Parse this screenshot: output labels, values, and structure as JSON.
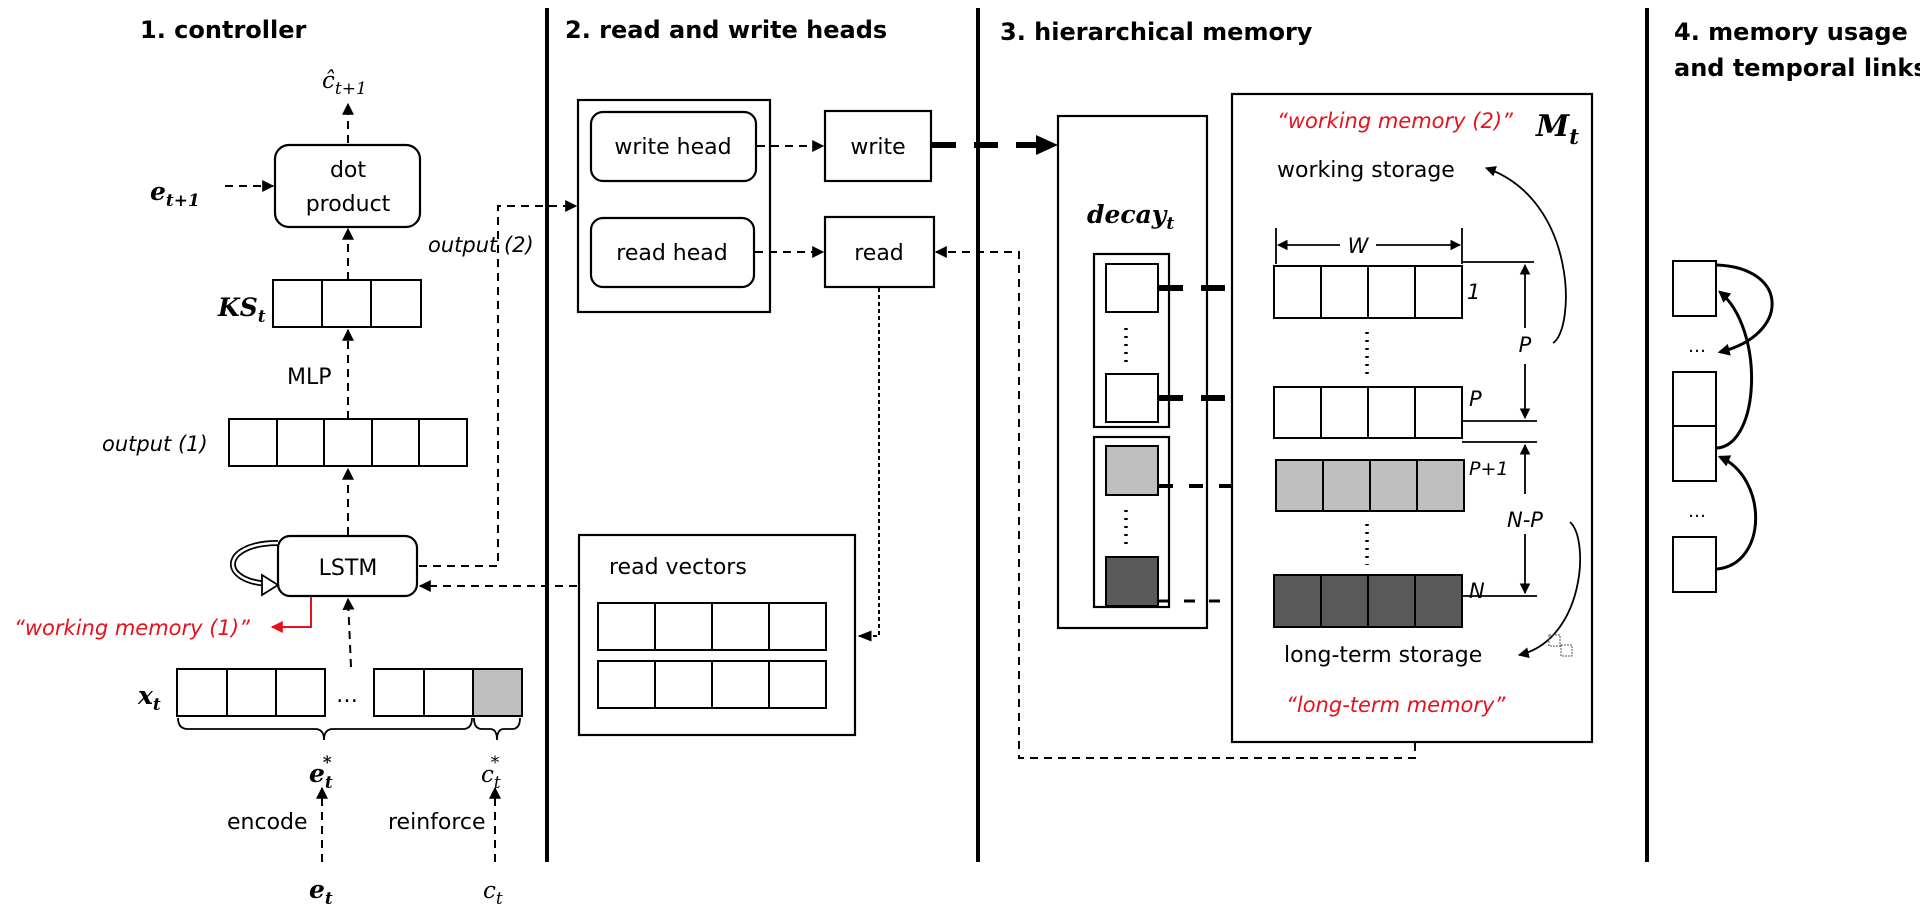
{
  "sections": [
    {
      "title": "1. controller"
    },
    {
      "title": "2. read and write heads"
    },
    {
      "title": "3. hierarchical memory"
    },
    {
      "title": "4. memory usage",
      "title_line2": "and temporal links"
    }
  ],
  "controller": {
    "prediction": "ĉ",
    "prediction_sub": "t+1",
    "next_embedding": "e",
    "next_embedding_sub": "t+1",
    "dot_product_line1": "dot",
    "dot_product_line2": "product",
    "ks": "KS",
    "ks_sub": "t",
    "mlp": "MLP",
    "output1": "output (1)",
    "output2": "output (2)",
    "lstm": "LSTM",
    "working_memory_1": "“working memory (1)”",
    "x": "x",
    "x_sub": "t",
    "ellipsis": "…",
    "e_star": "e",
    "e_star_sub": "t",
    "e_star_sup": "*",
    "c_star": "c",
    "c_star_sub": "t",
    "c_star_sup": "*",
    "encode": "encode",
    "reinforce": "reinforce",
    "e_in": "e",
    "e_in_sub": "t",
    "c_in": "c",
    "c_in_sub": "t"
  },
  "heads": {
    "write_head": "write head",
    "read_head": "read head",
    "write": "write",
    "read": "read",
    "read_vectors": "read vectors"
  },
  "memory": {
    "decay": "decay",
    "decay_sub": "t",
    "working_memory_2": "“working memory (2)”",
    "m": "M",
    "m_sub": "t",
    "working_storage": "working storage",
    "long_term_storage": "long-term storage",
    "long_term_memory": "“long-term memory”",
    "width_label": "W",
    "row_labels": [
      "1",
      "P",
      "P+1",
      "N"
    ],
    "span_p": "P",
    "span_np": "N-P"
  },
  "usage": {
    "ellipsis_1": "…",
    "ellipsis_2": "…"
  },
  "colors": {
    "accent_red": "#e8101a",
    "light_gray": "#bfbfbf",
    "dark_gray": "#595959"
  }
}
